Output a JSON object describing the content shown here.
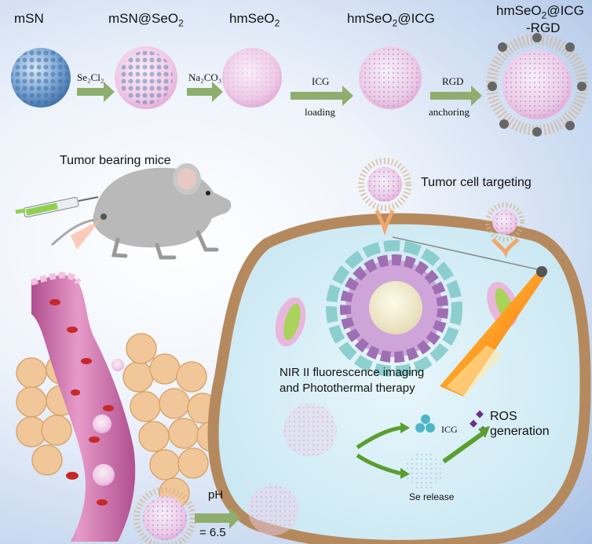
{
  "top_labels": {
    "msn": "mSN",
    "msn_seo2": "mSN@SeO",
    "hmseo2": "hmSeO",
    "hmseo2_icg": "hmSeO",
    "hmseo2_icg_rgd_line1": "hmSeO",
    "hmseo2_icg_rgd_line2": "-RGD",
    "sub2": "2",
    "at_icg": "@ICG"
  },
  "step_labels": {
    "step1": "Se₂Cl₂",
    "step2": "Na₂CO₃",
    "step3_a": "ICG",
    "step3_b": "loading",
    "step4_a": "RGD",
    "step4_b": "anchoring"
  },
  "scene_labels": {
    "tumor_mice": "Tumor bearing mice",
    "cell_targeting": "Tumor cell targeting",
    "nir_line1": "NIR II fluorescence imaging",
    "nir_line2": "and Photothermal therapy",
    "icg": "ICG",
    "ros_line1": "ROS",
    "ros_line2": "generation",
    "se_release": "Se release",
    "ph_line1": "pH",
    "ph_line2": "= 6.5"
  },
  "colors": {
    "particle_blue": "#7fa9d6",
    "particle_pink": "#e9b6dd",
    "arrow_green": "#8fae6e",
    "vessel_pink": "#d07ab0",
    "tumor_tan": "#f1c79a",
    "cell_border": "#b5895e",
    "laser": "#ff9a1a"
  }
}
